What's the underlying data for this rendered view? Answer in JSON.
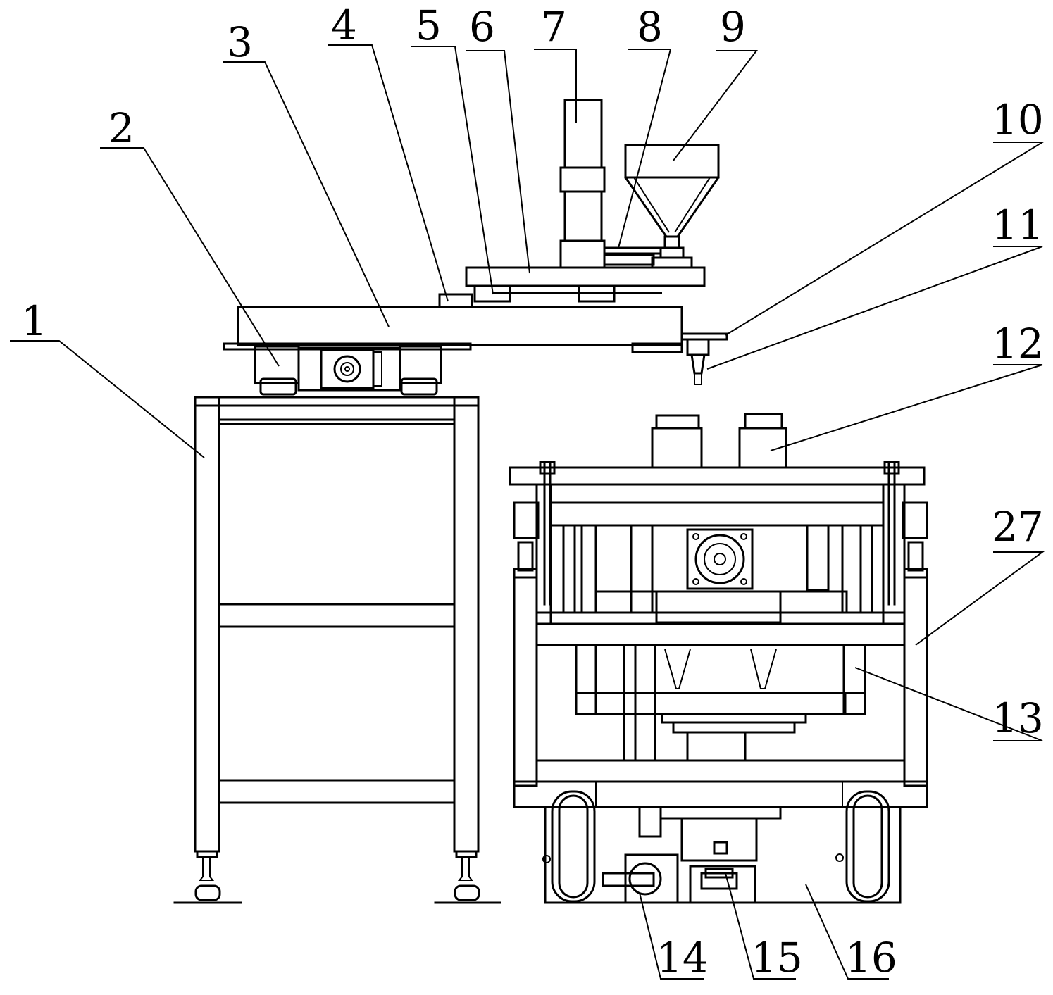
{
  "colors": {
    "line": "#000000",
    "background": "#ffffff"
  },
  "labels": [
    {
      "id": "1",
      "text": "1"
    },
    {
      "id": "2",
      "text": "2"
    },
    {
      "id": "3",
      "text": "3"
    },
    {
      "id": "4",
      "text": "4"
    },
    {
      "id": "5",
      "text": "5"
    },
    {
      "id": "6",
      "text": "6"
    },
    {
      "id": "7",
      "text": "7"
    },
    {
      "id": "8",
      "text": "8"
    },
    {
      "id": "9",
      "text": "9"
    },
    {
      "id": "10",
      "text": "10"
    },
    {
      "id": "11",
      "text": "11"
    },
    {
      "id": "12",
      "text": "12"
    },
    {
      "id": "27",
      "text": "27"
    },
    {
      "id": "13",
      "text": "13"
    },
    {
      "id": "14",
      "text": "14"
    },
    {
      "id": "15",
      "text": "15"
    },
    {
      "id": "16",
      "text": "16"
    }
  ]
}
